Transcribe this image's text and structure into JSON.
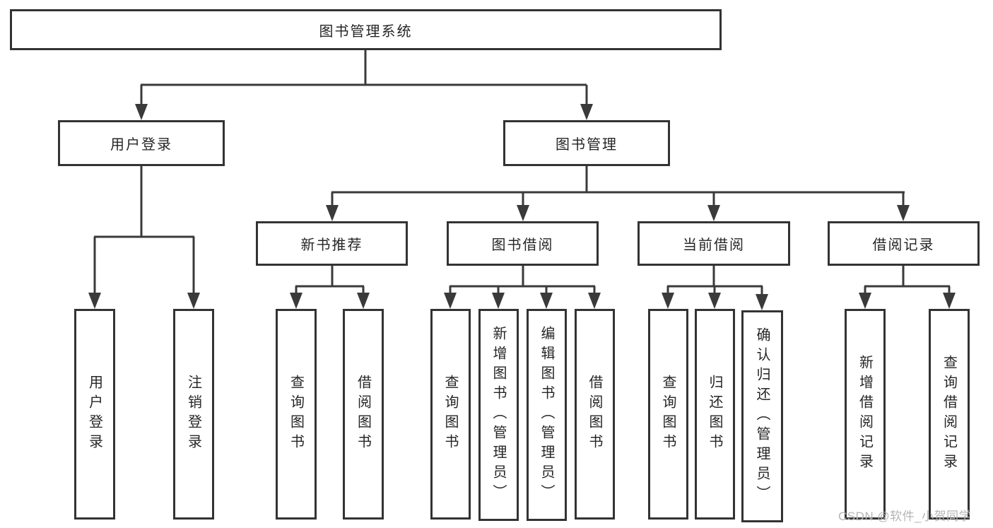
{
  "tree": {
    "label": "图书管理系统",
    "children": [
      {
        "label": "用户登录",
        "children": [
          {
            "label": "用户登录"
          },
          {
            "label": "注销登录"
          }
        ]
      },
      {
        "label": "图书管理",
        "children": [
          {
            "label": "新书推荐",
            "children": [
              {
                "label": "查询图书"
              },
              {
                "label": "借阅图书"
              }
            ]
          },
          {
            "label": "图书借阅",
            "children": [
              {
                "label": "查询图书"
              },
              {
                "label": "新增图书（管理员）"
              },
              {
                "label": "编辑图书（管理员）"
              },
              {
                "label": "借阅图书"
              }
            ]
          },
          {
            "label": "当前借阅",
            "children": [
              {
                "label": "查询图书"
              },
              {
                "label": "归还图书"
              },
              {
                "label": "确认归还（管理员）"
              }
            ]
          },
          {
            "label": "借阅记录",
            "children": [
              {
                "label": "新增借阅记录"
              },
              {
                "label": "查询借阅记录"
              }
            ]
          }
        ]
      }
    ]
  },
  "watermark": {
    "text": "CSDN @软件_小贺同学"
  },
  "colors": {
    "line": "#3a3a3a",
    "box_border": "#333333",
    "text": "#262626",
    "watermark": "#b5b5b5",
    "background": "#ffffff"
  }
}
